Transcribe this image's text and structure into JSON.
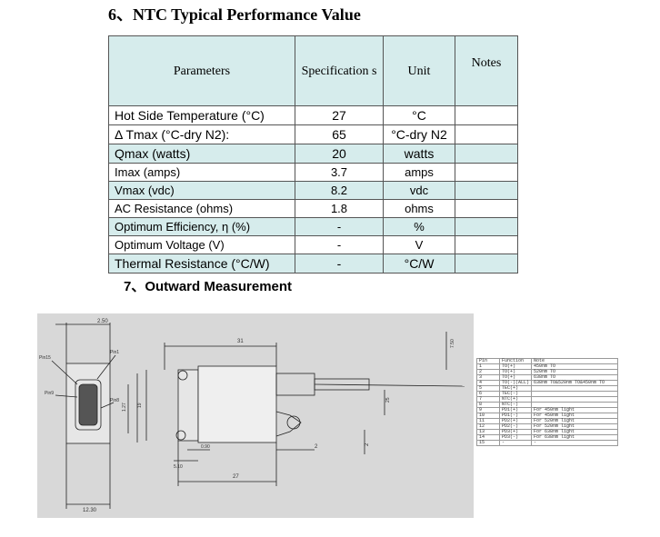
{
  "section6": {
    "title": "6、NTC Typical Performance Value"
  },
  "spec_table": {
    "headers": [
      "Parameters",
      "Specification s",
      "Unit",
      "Notes"
    ],
    "rows": [
      {
        "param": "Hot Side Temperature (°C)",
        "spec": "27",
        "unit": "°C",
        "notes": ""
      },
      {
        "param": "Δ Tmax (°C-dry N2):",
        "spec": "65",
        "unit": "°C-dry N2",
        "notes": ""
      },
      {
        "param": "Qmax (watts)",
        "spec": "20",
        "unit": "watts",
        "notes": ""
      },
      {
        "param": "Imax (amps)",
        "spec": "3.7",
        "unit": "amps",
        "notes": ""
      },
      {
        "param": "Vmax (vdc)",
        "spec": "8.2",
        "unit": "vdc",
        "notes": ""
      },
      {
        "param": "AC Resistance (ohms)",
        "spec": "1.8",
        "unit": "ohms",
        "notes": ""
      },
      {
        "param": "Optimum Efficiency, η (%)",
        "spec": "-",
        "unit": "%",
        "notes": ""
      },
      {
        "param": "Optimum Voltage (V)",
        "spec": "-",
        "unit": "V",
        "notes": ""
      },
      {
        "param": "Thermal Resistance (°C/W)",
        "spec": "-",
        "unit": "°C/W",
        "notes": ""
      }
    ]
  },
  "section7": {
    "title": "7、Outward Measurement"
  },
  "drawing": {
    "dims": {
      "d250": "2.50",
      "d1230": "12.30",
      "d31": "31",
      "d27": "27",
      "d090": "0.90",
      "d510": "5.10",
      "d2a": "2",
      "d2b": "2",
      "d19": "19",
      "d127": "1.27",
      "d75": "7.50",
      "d25": "25"
    },
    "labels": {
      "pin15": "Pin15",
      "pin1": "Pin1",
      "pin9": "Pin9",
      "pin8": "Pin8"
    }
  },
  "pin_table": {
    "headers": [
      "Pin",
      "Function",
      "Note"
    ],
    "rows": [
      [
        "1",
        "TO(+)",
        "450nm TO"
      ],
      [
        "2",
        "TO(+)",
        "520nm TO"
      ],
      [
        "3",
        "TO(+)",
        "638nm TO"
      ],
      [
        "4",
        "TO(-)(ALL)",
        "638nm TO&520nm TO&450nm TO"
      ],
      [
        "5",
        "TEC(+)",
        ""
      ],
      [
        "6",
        "TEC(-)",
        ""
      ],
      [
        "7",
        "NTC(+)",
        ""
      ],
      [
        "8",
        "NTC(-)",
        ""
      ],
      [
        "9",
        "PD1(+)",
        "For 450nm light"
      ],
      [
        "10",
        "PD1(-)",
        "For 450nm light"
      ],
      [
        "11",
        "PD2(+)",
        "For 520nm light"
      ],
      [
        "12",
        "PD2(-)",
        "For 520nm light"
      ],
      [
        "13",
        "PD3(+)",
        "For 638nm light"
      ],
      [
        "14",
        "PD3(-)",
        "For 638nm light"
      ],
      [
        "15",
        "-",
        "-"
      ]
    ]
  }
}
